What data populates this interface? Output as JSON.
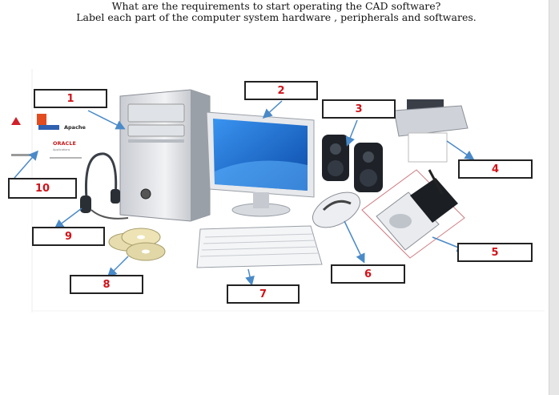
{
  "question": {
    "line1": "What are the requirements to start operating the CAD software?",
    "line2": "Label each part of the computer system hardware , peripherals and softwares."
  },
  "labels": [
    {
      "id": "box-1",
      "text": "1"
    },
    {
      "id": "box-2",
      "text": "2"
    },
    {
      "id": "box-3",
      "text": "3"
    },
    {
      "id": "box-4",
      "text": "4"
    },
    {
      "id": "box-5",
      "text": "5"
    },
    {
      "id": "box-6",
      "text": "6"
    },
    {
      "id": "box-7",
      "text": "7"
    },
    {
      "id": "box-8",
      "text": "8"
    },
    {
      "id": "box-9",
      "text": "9"
    },
    {
      "id": "box-10",
      "text": "10"
    }
  ],
  "logos": {
    "apache": "Apache",
    "oracle": "ORACLE",
    "oracle_sub": "Applications"
  },
  "colors": {
    "label_number": "#d1131a",
    "arrow": "#4a8ac8",
    "monitor_screen": "#1a6fd0"
  }
}
